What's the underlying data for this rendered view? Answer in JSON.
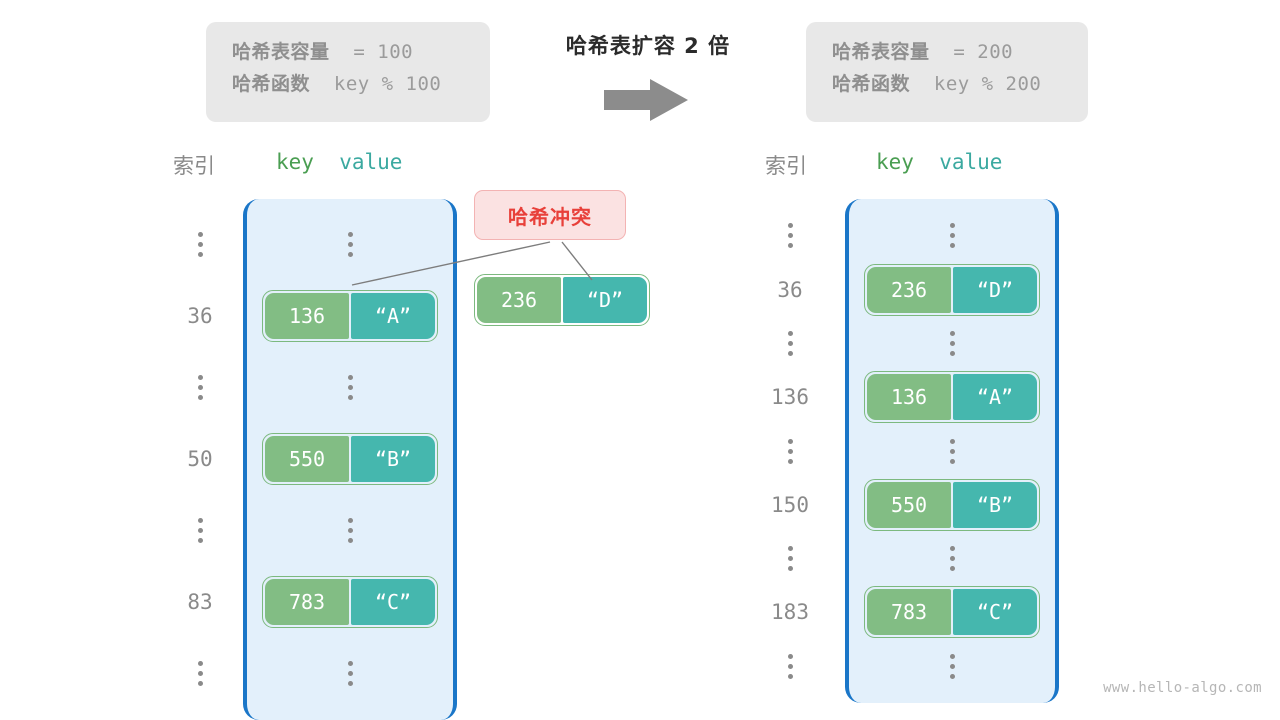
{
  "title": "哈希表扩容 2 倍",
  "arrow_icon": "right-arrow-icon",
  "colors": {
    "key_fill": "#82bd84",
    "value_fill": "#45b7ae",
    "bucket_fill": "#e3f0fb",
    "bucket_border": "#1a76c8",
    "collision_text": "#e8403a",
    "collision_fill": "#fbe2e2",
    "index_text": "#8a8a8a",
    "info_box_fill": "#e8e8e8"
  },
  "info_left": {
    "capacity_label": "哈希表容量",
    "capacity_value": "= 100",
    "function_label": "哈希函数",
    "function_value": "key % 100"
  },
  "info_right": {
    "capacity_label": "哈希表容量",
    "capacity_value": "= 200",
    "function_label": "哈希函数",
    "function_value": "key % 200"
  },
  "headers": {
    "index": "索引",
    "key": "key",
    "value": "value"
  },
  "collision": {
    "label": "哈希冲突",
    "entry": {
      "key": "236",
      "value": "“D”"
    }
  },
  "table_left": {
    "rows": [
      {
        "index": "⋮",
        "type": "dots"
      },
      {
        "index": "36",
        "type": "entry",
        "key": "136",
        "value": "“A”"
      },
      {
        "index": "⋮",
        "type": "dots"
      },
      {
        "index": "50",
        "type": "entry",
        "key": "550",
        "value": "“B”"
      },
      {
        "index": "⋮",
        "type": "dots"
      },
      {
        "index": "83",
        "type": "entry",
        "key": "783",
        "value": "“C”"
      },
      {
        "index": "⋮",
        "type": "dots"
      }
    ]
  },
  "table_right": {
    "rows": [
      {
        "index": "⋮",
        "type": "dots"
      },
      {
        "index": "36",
        "type": "entry",
        "key": "236",
        "value": "“D”"
      },
      {
        "index": "⋮",
        "type": "dots"
      },
      {
        "index": "136",
        "type": "entry",
        "key": "136",
        "value": "“A”"
      },
      {
        "index": "⋮",
        "type": "dots"
      },
      {
        "index": "150",
        "type": "entry",
        "key": "550",
        "value": "“B”"
      },
      {
        "index": "⋮",
        "type": "dots"
      },
      {
        "index": "183",
        "type": "entry",
        "key": "783",
        "value": "“C”"
      },
      {
        "index": "⋮",
        "type": "dots"
      }
    ]
  },
  "watermark": "www.hello-algo.com"
}
